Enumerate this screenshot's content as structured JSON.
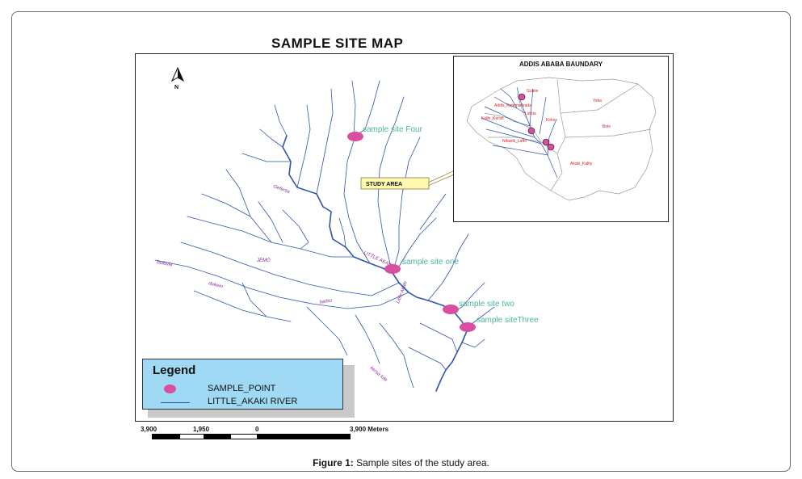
{
  "map_title": "SAMPLE SITE MAP",
  "north_label": "N",
  "inset": {
    "title": "ADDIS ABABA BAUNDARY",
    "districts": [
      "Gulele",
      "Addis_KetemaArada",
      "Lideta",
      "Kirkos",
      "Kolfe_Keran",
      "Yeka",
      "Bole",
      "Nifasilk_Lafto",
      "Akaki_Kality"
    ]
  },
  "callout": "STUDY AREA",
  "sites": [
    "sample site Four",
    "sample site one",
    "sample site two",
    "sample siteThree"
  ],
  "river_labels": [
    "Gefersa",
    "LITTLE AKAKI",
    "JEMO",
    "dukem",
    "harbu",
    "bulbula",
    "kersa lule",
    "Little Akaki"
  ],
  "legend": {
    "title": "Legend",
    "items": [
      "SAMPLE_POINT",
      "LITTLE_AKAKI RIVER"
    ]
  },
  "scale": {
    "labels": [
      "3,900",
      "1,950",
      "0",
      "3,900 Meters"
    ]
  },
  "caption": {
    "bold": "Figure 1:",
    "text": " Sample sites of the study area."
  },
  "colors": {
    "river": "#3055a8",
    "site_marker": "#d94fa0",
    "site_label": "#48b89a",
    "river_label": "#8a2a9a",
    "district_label": "#d42020",
    "legend_bg": "#9fd9f3",
    "callout_bg": "#fffab0"
  }
}
